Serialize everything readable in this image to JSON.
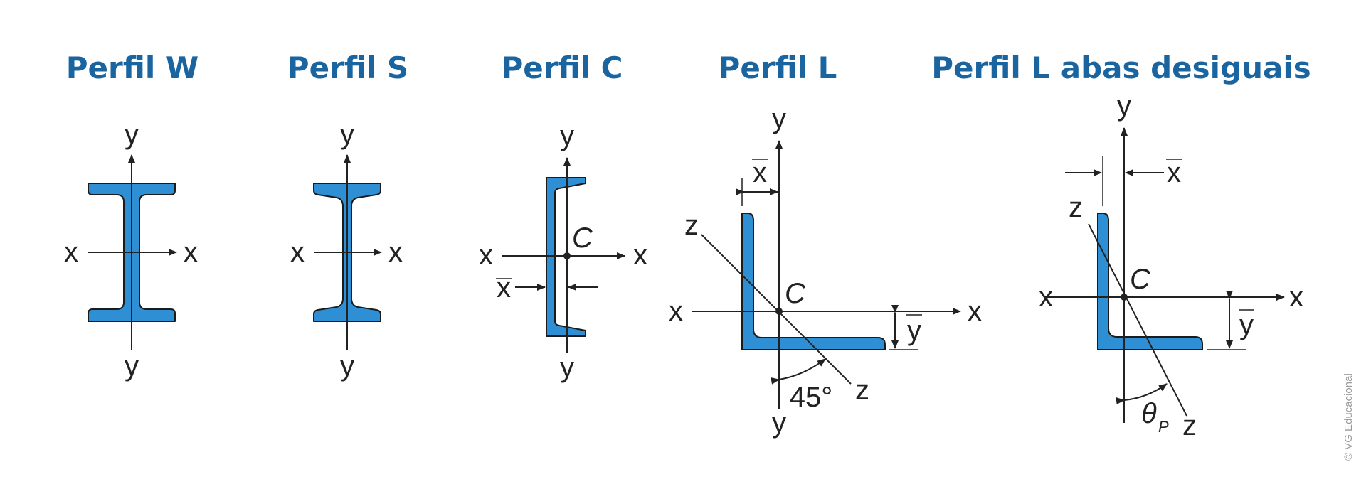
{
  "titles": {
    "w": "Perfil W",
    "s": "Perfil S",
    "c": "Perfil C",
    "l": "Perfil L",
    "l_unequal": "Perfil L abas desiguais"
  },
  "labels": {
    "x": "x",
    "y": "y",
    "z": "z",
    "centroid": "C",
    "x_bar": "x",
    "y_bar": "y",
    "angle_45": "45°",
    "theta": "θ",
    "theta_sub": "P"
  },
  "credit": "© VG Educacional",
  "colors": {
    "shape_fill": "#2f8fd4",
    "title": "#1a64a0",
    "line": "#222222"
  }
}
